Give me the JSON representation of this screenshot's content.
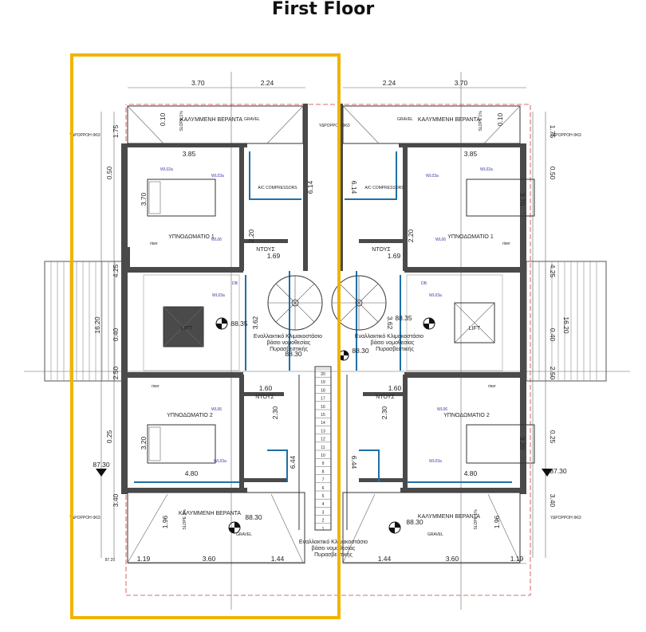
{
  "page": {
    "title": "First Floor"
  },
  "colors": {
    "highlight": "#f0b400",
    "wall": "#4a4a4a",
    "fixture": "#1f6fa8",
    "site_line": "#d23b3b",
    "label_blue": "#3a3aa8"
  },
  "dims": {
    "top_left_a": "3.70",
    "top_left_b": "2.24",
    "top_right_a": "2.24",
    "top_right_b": "3.70",
    "bottom_left_a": "3.60",
    "bottom_left_b": "1.44",
    "bottom_right_a": "1.44",
    "bottom_right_b": "3.60",
    "bottom_left_c": "1.19",
    "bottom_right_c": "1.19",
    "room_width_top": "3.85",
    "room_width_bottom": "4.80",
    "side_1_75": "1.75",
    "side_0_50": "0.50",
    "side_0_40": "0.40",
    "side_4_25": "4.25",
    "side_16_20": "16.20",
    "side_2_50": "2.50",
    "side_0_25": "0.25",
    "side_3_40": "3.40",
    "side_1_96": "1.96",
    "side_0_10": "0.10",
    "shaft_6_14": "6.14",
    "shaft_6_44": "6.44",
    "wc_1_69": "1.69",
    "wc_2_20": "2.20",
    "wc_1_60": "1.60",
    "wc_2_30": "2.30",
    "bed_3_70": "3.70",
    "bed_3_20": "3.20",
    "stair_3_62": "3.62",
    "level_88_35": "88.35",
    "level_88_30": "88.30",
    "level_87_30": "87.30",
    "level_87_20": "87.20"
  },
  "labels": {
    "veranda": "ΚΑΛΥΜΜΕΝΗ ΒΕΡΑΝΤΑ",
    "bedroom1": "ΥΠΝΟΔΩΜΑΤΙΟ 1",
    "bedroom2": "ΥΠΝΟΔΩΜΑΤΙΟ 2",
    "shower": "ΝΤΟΥΣ",
    "lift": "LIFT",
    "ac": "A/C COMPRESSORS",
    "riser": "riser",
    "db": "DB",
    "wl02a": "WL02a",
    "wl03a": "WL03a",
    "wl06": "WL06",
    "gravel": "GRAVEL",
    "slope": "SLOPE 1%",
    "gutter": "ΥΔΡΟΡΡΟΗ Φ63",
    "alt_stair_1": "Εναλλακτικό Κλιμακοστάσιο",
    "alt_stair_2": "βάσει νομοθεσίας",
    "alt_stair_3": "Πυρασβεστικής"
  },
  "stair_numbers": [
    "20",
    "19",
    "18",
    "17",
    "16",
    "15",
    "14",
    "13",
    "12",
    "11",
    "10",
    "9",
    "8",
    "7",
    "6",
    "5",
    "4",
    "3",
    "2",
    "1"
  ]
}
